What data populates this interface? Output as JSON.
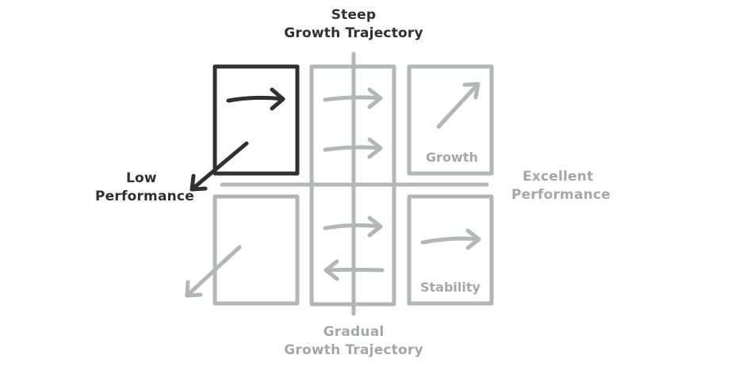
{
  "axes": {
    "top": {
      "line1": "Steep",
      "line2": "Growth Trajectory"
    },
    "bottom": {
      "line1": "Gradual",
      "line2": "Growth Trajectory"
    },
    "left": {
      "line1": "Low",
      "line2": "Performance"
    },
    "right": {
      "line1": "Excellent",
      "line2": "Performance"
    }
  },
  "cells": {
    "top_right": "Growth",
    "bottom_right": "Stability"
  },
  "colors": {
    "highlight": "#2e3031",
    "muted": "#b3b6b7"
  }
}
